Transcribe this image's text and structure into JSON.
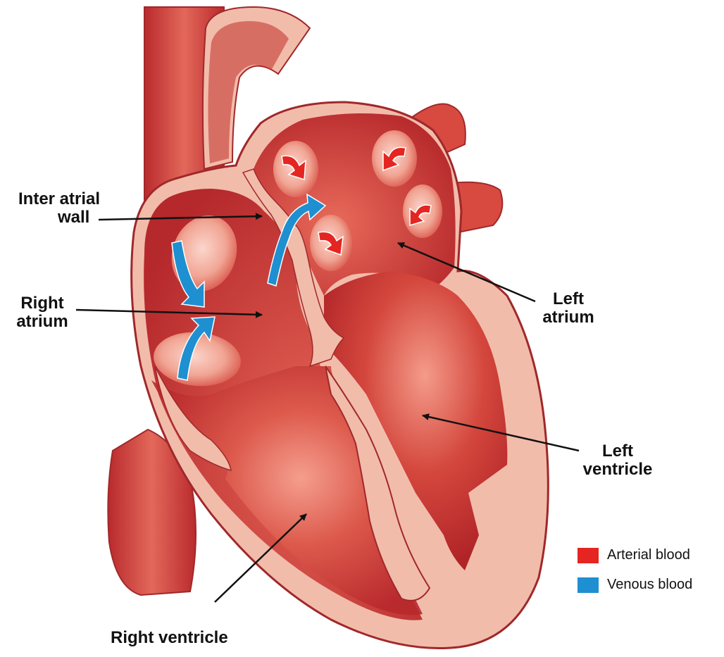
{
  "labels": {
    "inter_atrial_wall": [
      "Inter atrial",
      "wall"
    ],
    "right_atrium": [
      "Right",
      "atrium"
    ],
    "left_atrium": [
      "Left",
      "atrium"
    ],
    "left_ventricle": [
      "Left",
      "ventricle"
    ],
    "right_ventricle": "Right ventricle"
  },
  "legend": [
    {
      "label": "Arterial blood",
      "color": "#e42521"
    },
    {
      "label": "Venous blood",
      "color": "#1e8fd1"
    }
  ],
  "colors": {
    "tissue_dark": "#b5282c",
    "tissue_mid": "#d4493f",
    "tissue_light": "#f08a7a",
    "wall_pink": "#f2bcab",
    "outline": "#a0282a",
    "arterial_arrow": "#e42521",
    "venous_arrow": "#1e8fd1",
    "pointer": "#111111"
  }
}
